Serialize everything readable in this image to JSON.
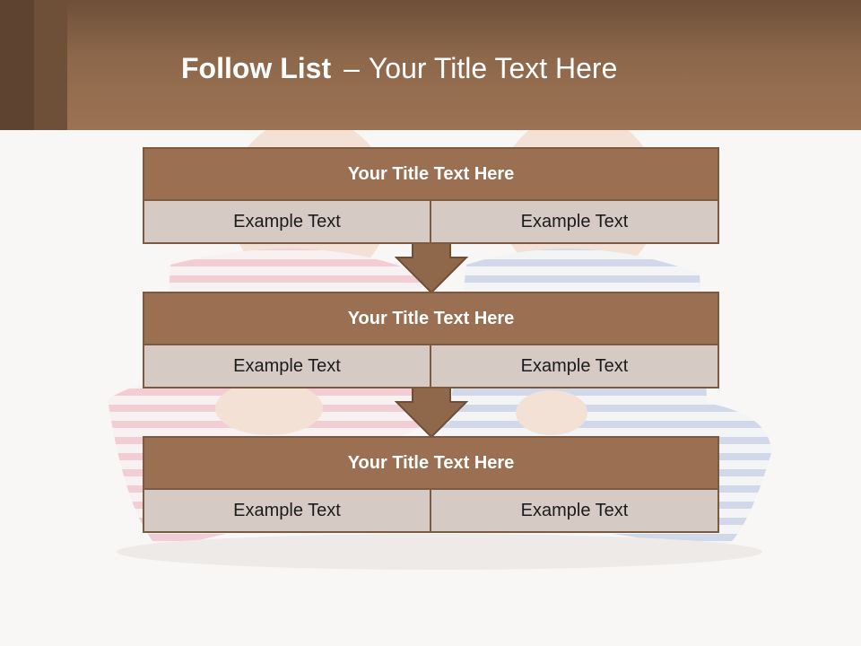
{
  "header": {
    "title_bold": "Follow List",
    "title_dash": "–",
    "title_rest": "Your Title Text Here"
  },
  "blocks": [
    {
      "title": "Your Title Text Here",
      "left": "Example Text",
      "right": "Example Text"
    },
    {
      "title": "Your Title Text Here",
      "left": "Example Text",
      "right": "Example Text"
    },
    {
      "title": "Your Title Text Here",
      "left": "Example Text",
      "right": "Example Text"
    }
  ],
  "colors": {
    "header_brown": "#9c7254",
    "block_title_bg": "#9b6f51",
    "cell_bg": "#d5cbc4",
    "border": "#7a5a41",
    "background": "#f9f7f5"
  }
}
